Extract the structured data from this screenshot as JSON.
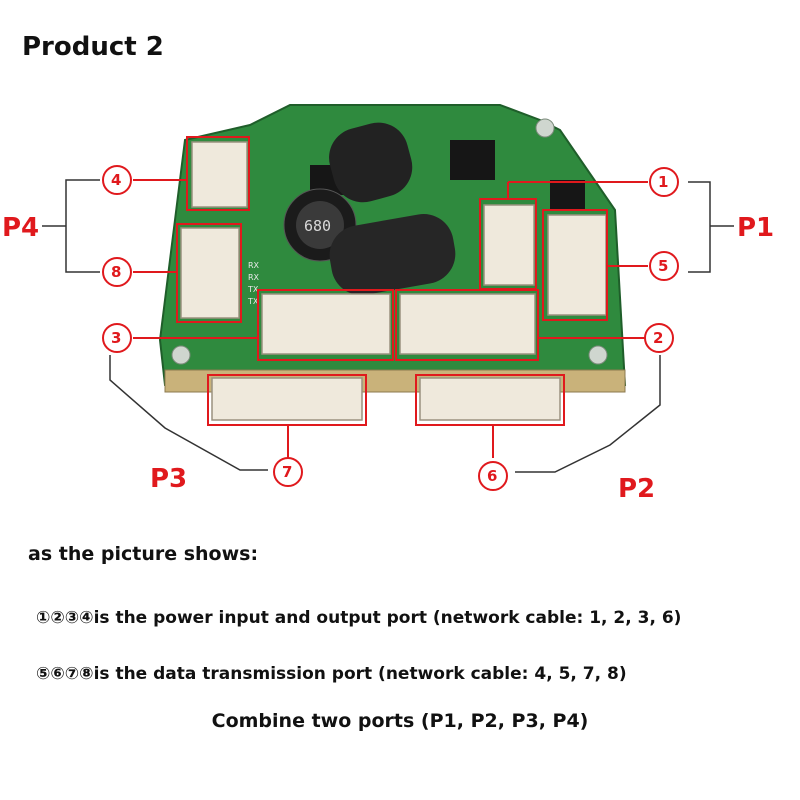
{
  "title": "Product 2",
  "ports": {
    "p1": "P1",
    "p2": "P2",
    "p3": "P3",
    "p4": "P4"
  },
  "markers": [
    "①",
    "②",
    "③",
    "④",
    "⑤",
    "⑥",
    "⑦",
    "⑧"
  ],
  "board_silkscreen": {
    "cap_text": "680",
    "side_labels": [
      "RX",
      "RX",
      "TX",
      "TX"
    ]
  },
  "colors": {
    "accent": "#e0191d",
    "board": "#2f8a3e",
    "connector": "#efe9dc"
  },
  "caption": {
    "intro": "as the picture shows:",
    "line1": "①②③④is the power input and output port (network cable: 1, 2, 3, 6)",
    "line2": "⑤⑥⑦⑧is the data transmission port (network cable: 4, 5, 7, 8)",
    "combine": "Combine two ports (P1, P2, P3, P4)"
  }
}
